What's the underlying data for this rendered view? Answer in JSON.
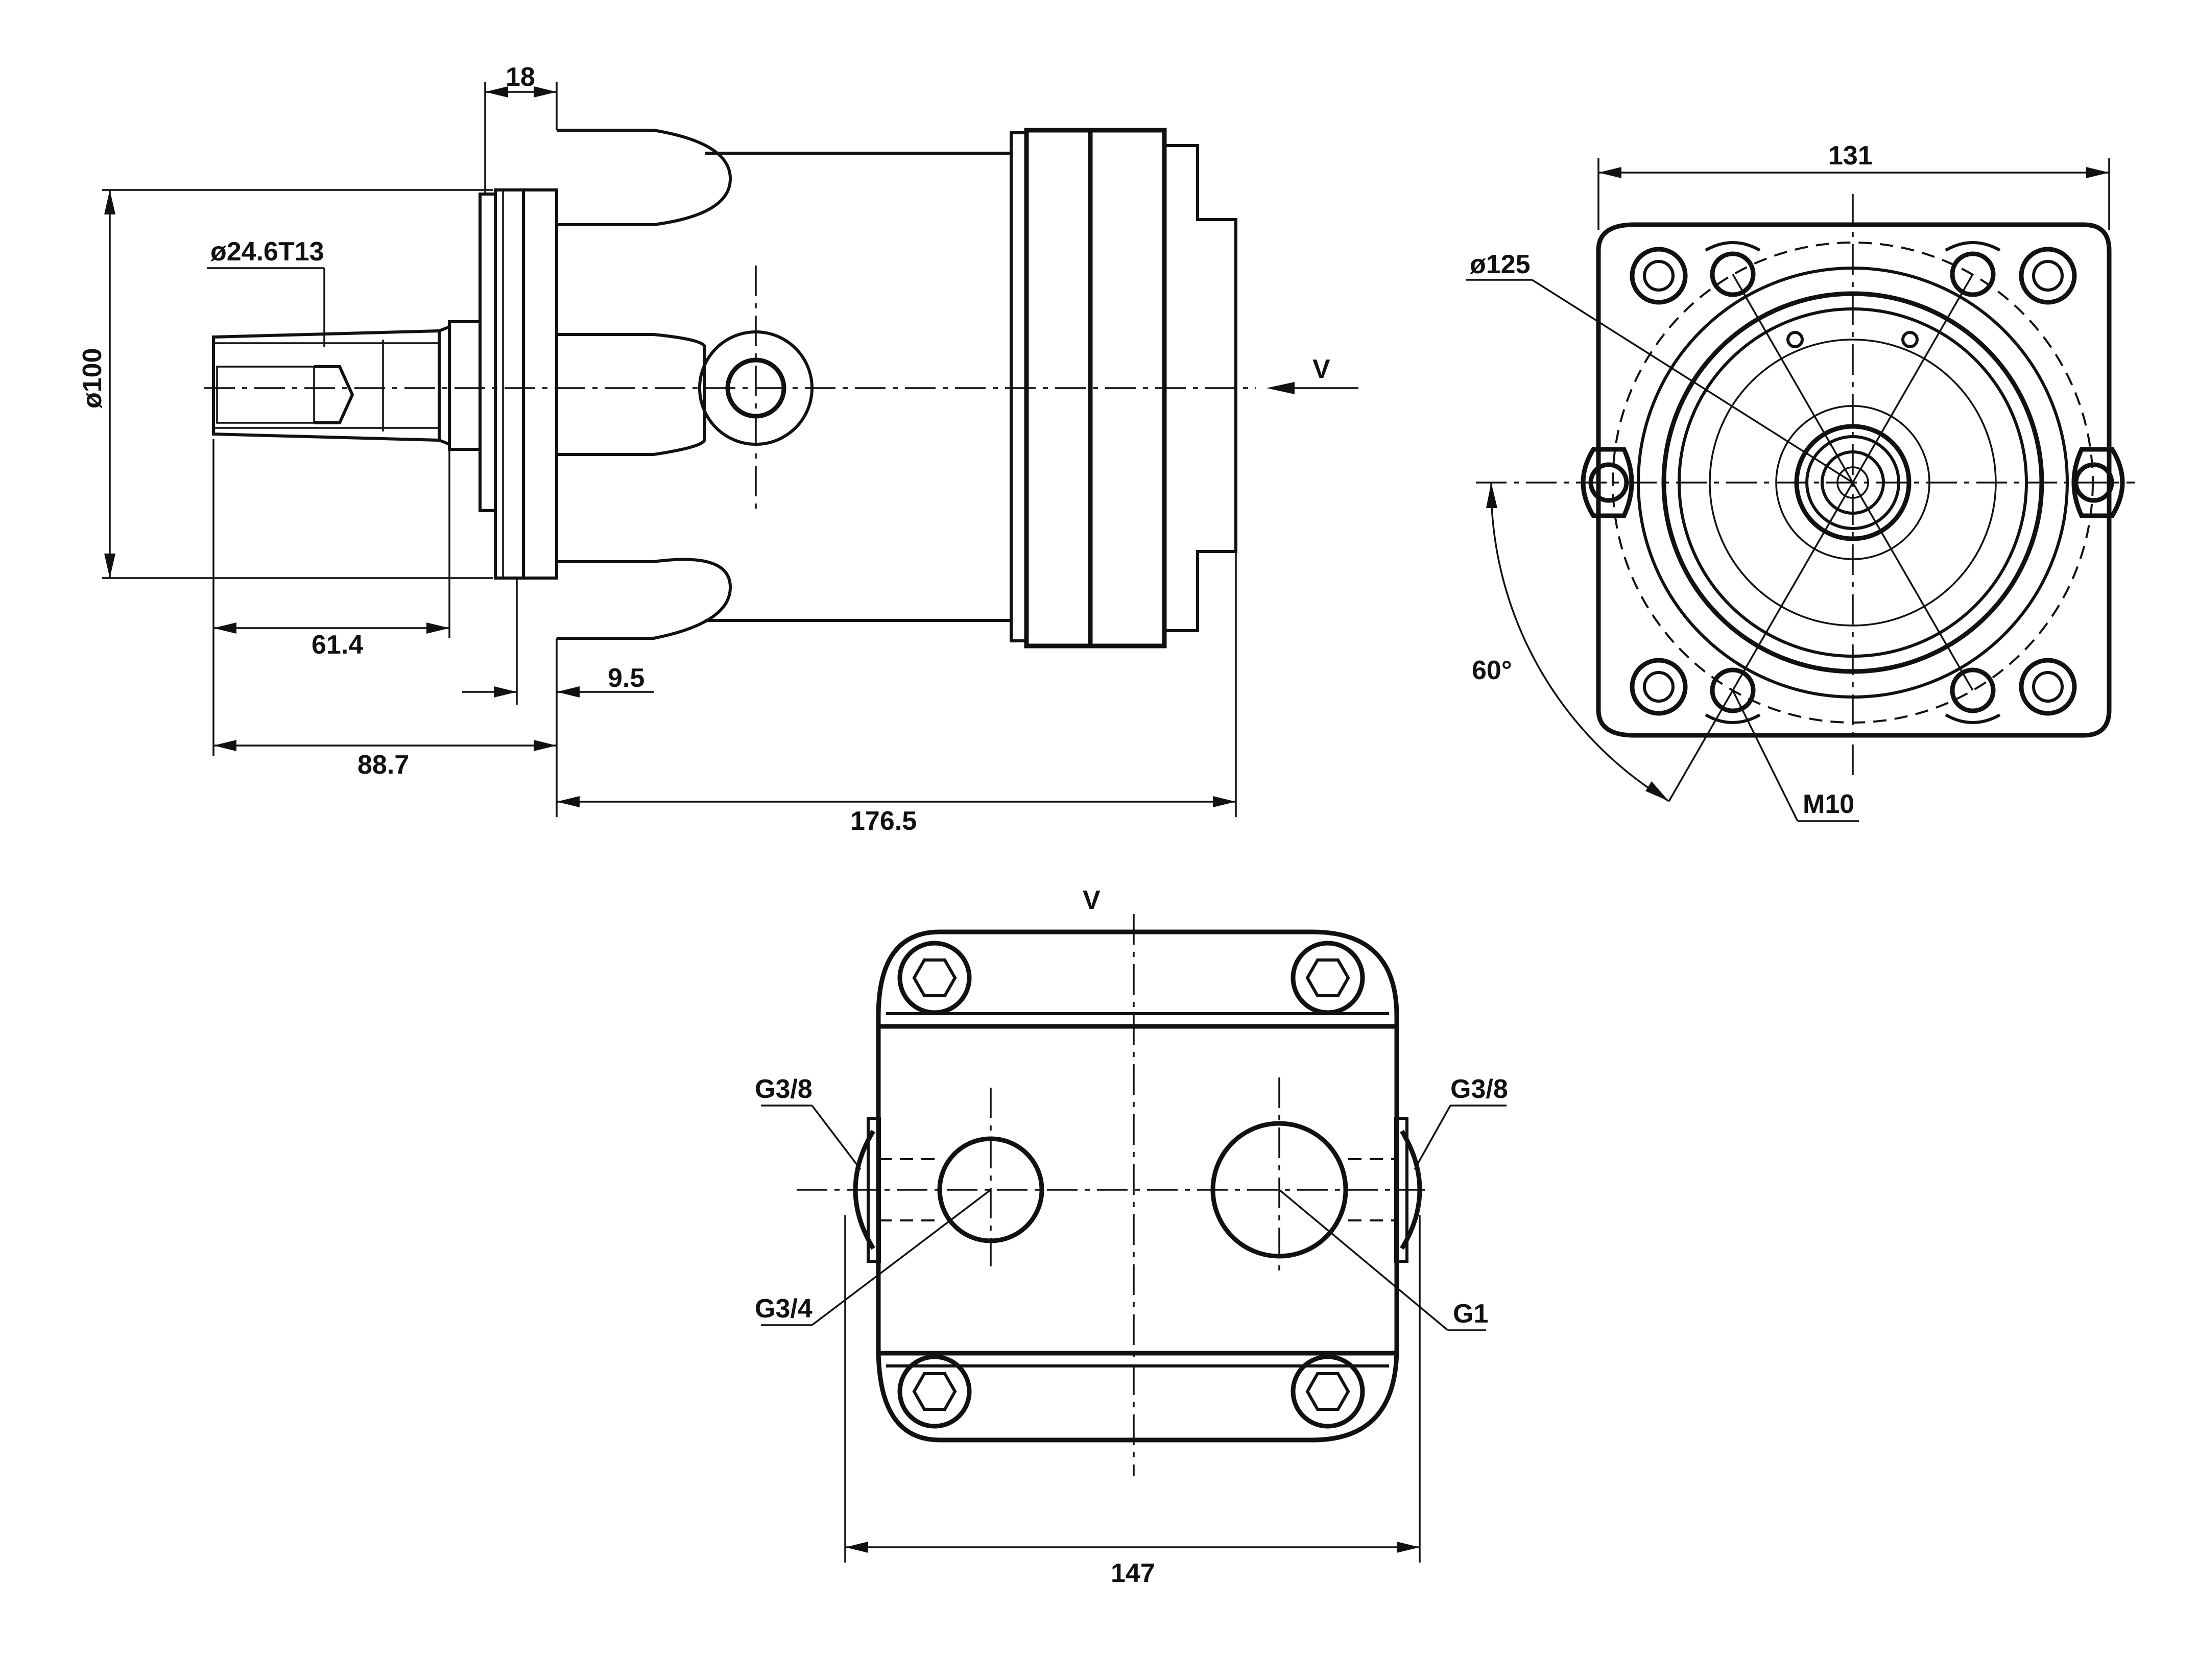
{
  "side_view": {
    "dim_flange_thickness": "18",
    "dim_body_diameter": "ø100",
    "dim_spline": "ø24.6T13",
    "dim_shaft_length": "61.4",
    "dim_pilot": "9.5",
    "dim_total_shaft": "88.7",
    "dim_body_length": "176.5",
    "view_arrow": "V"
  },
  "front_view": {
    "dim_width": "131",
    "dim_bolt_circle": "ø125",
    "dim_angle": "60°",
    "dim_thread": "M10"
  },
  "rear_view": {
    "view_label": "V",
    "port_left_small": "G3/8",
    "port_right_small": "G3/8",
    "port_left_main": "G3/4",
    "port_right_main": "G1",
    "dim_width": "147"
  }
}
